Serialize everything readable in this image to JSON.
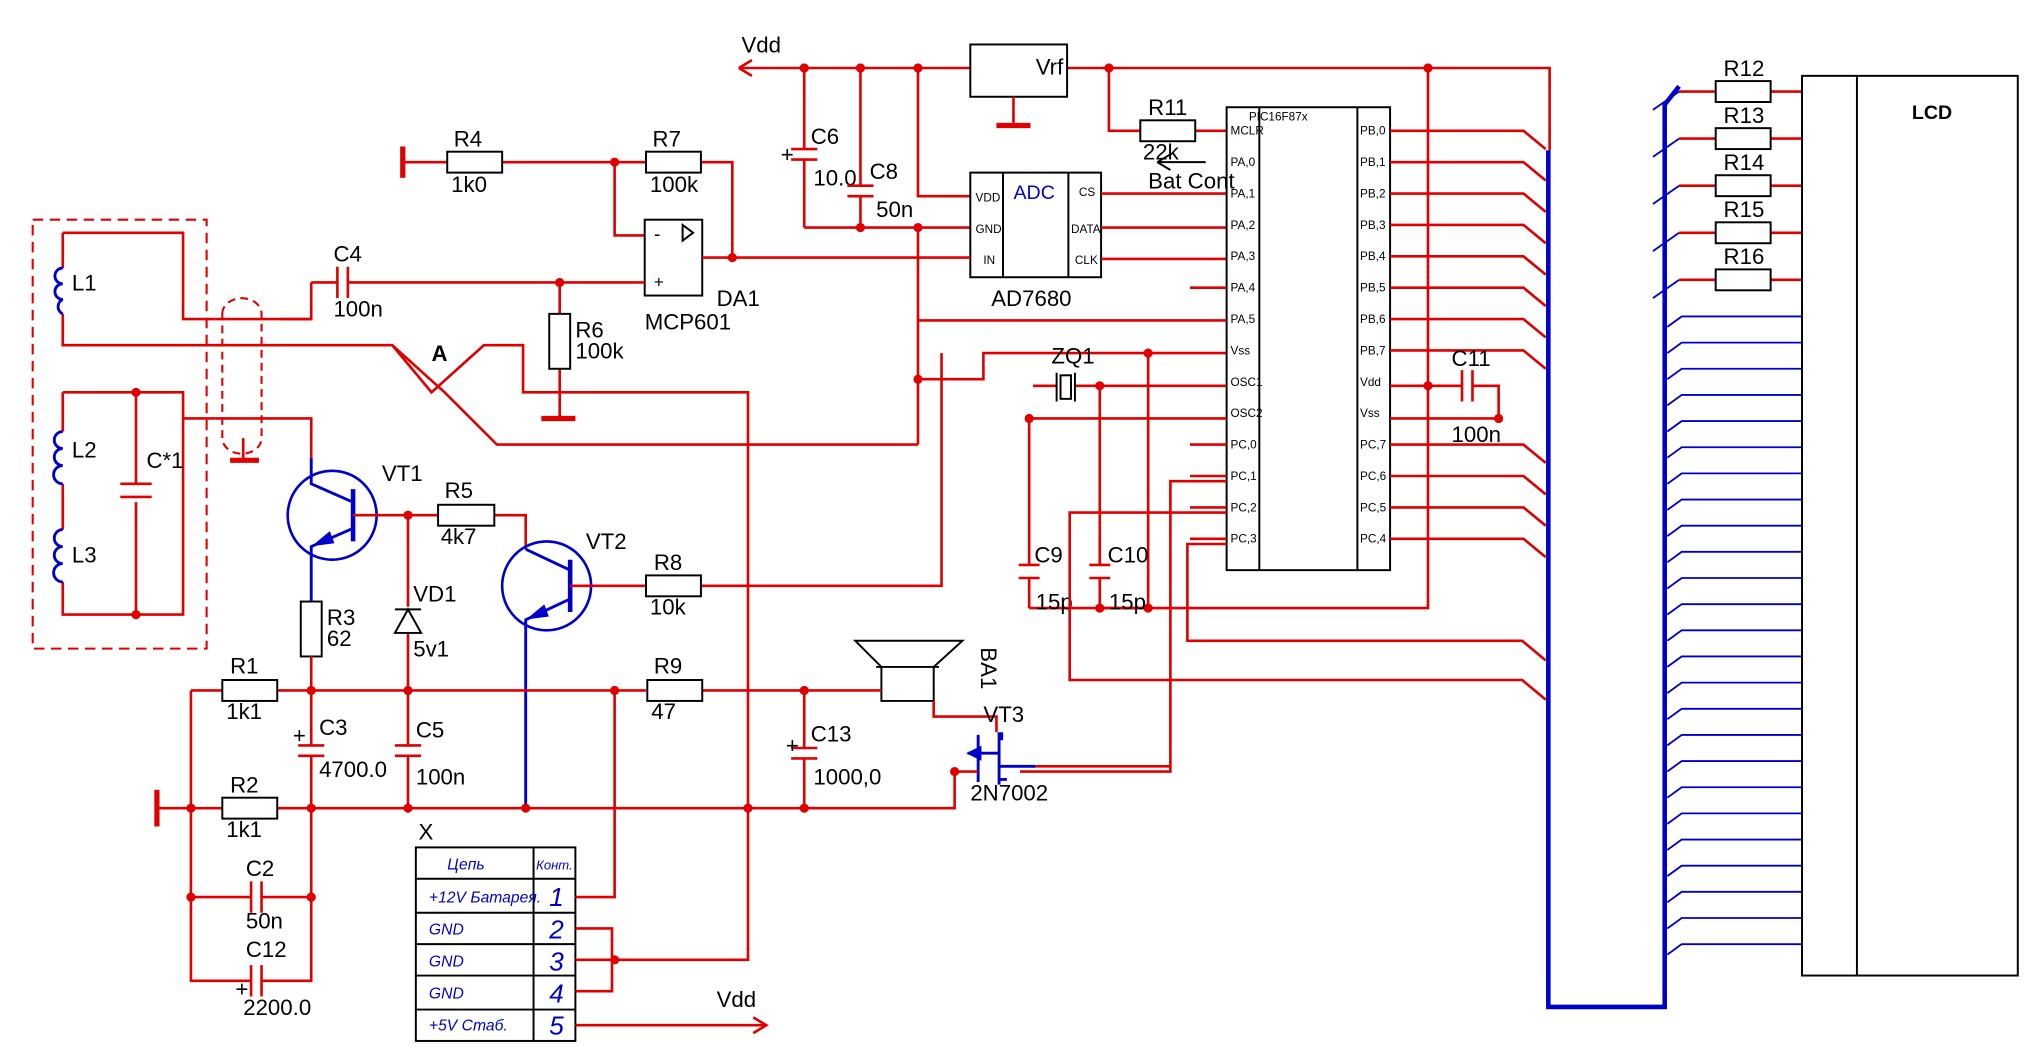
{
  "net_labels": {
    "vdd_top": "Vdd",
    "vdd_bottom": "Vdd",
    "node_a": "A"
  },
  "components": {
    "R1": {
      "ref": "R1",
      "value": "1k1"
    },
    "R2": {
      "ref": "R2",
      "value": "1k1"
    },
    "R3": {
      "ref": "R3",
      "value": "62"
    },
    "R4": {
      "ref": "R4",
      "value": "1k0"
    },
    "R5": {
      "ref": "R5",
      "value": "4k7"
    },
    "R6": {
      "ref": "R6",
      "value": "100k"
    },
    "R7": {
      "ref": "R7",
      "value": "100k"
    },
    "R8": {
      "ref": "R8",
      "value": "10k"
    },
    "R9": {
      "ref": "R9",
      "value": "47"
    },
    "R11": {
      "ref": "R11",
      "value": "22k"
    },
    "R12": {
      "ref": "R12"
    },
    "R13": {
      "ref": "R13"
    },
    "R14": {
      "ref": "R14"
    },
    "R15": {
      "ref": "R15"
    },
    "R16": {
      "ref": "R16"
    },
    "C1": {
      "ref": "C*1"
    },
    "C2": {
      "ref": "C2",
      "value": "50n"
    },
    "C3": {
      "ref": "C3",
      "value": "4700.0"
    },
    "C4": {
      "ref": "C4",
      "value": "100n"
    },
    "C5": {
      "ref": "C5",
      "value": "100n"
    },
    "C6": {
      "ref": "C6",
      "value": "10.0"
    },
    "C8": {
      "ref": "C8",
      "value": "50n"
    },
    "C9": {
      "ref": "C9",
      "value": "15p"
    },
    "C10": {
      "ref": "C10",
      "value": "15p"
    },
    "C11": {
      "ref": "C11",
      "value": "100n"
    },
    "C12": {
      "ref": "C12",
      "value": "2200.0"
    },
    "C13": {
      "ref": "C13",
      "value": "1000,0"
    },
    "L1": {
      "ref": "L1"
    },
    "L2": {
      "ref": "L2"
    },
    "L3": {
      "ref": "L3"
    },
    "VT1": {
      "ref": "VT1"
    },
    "VT2": {
      "ref": "VT2"
    },
    "VT3": {
      "ref": "VT3",
      "value": "2N7002"
    },
    "VD1": {
      "ref": "VD1",
      "value": "5v1"
    },
    "DA1": {
      "ref": "DA1",
      "value": "MCP601"
    },
    "ZQ1": {
      "ref": "ZQ1"
    },
    "BA1": {
      "ref": "BA1"
    },
    "VRF": {
      "ref": "Vrf"
    },
    "BAT": {
      "label": "Bat Cont"
    },
    "ADC": {
      "title": "ADC",
      "part": "AD7680",
      "pins": [
        "VDD",
        "GND",
        "IN",
        "CS",
        "DATA",
        "CLK"
      ]
    },
    "MCU": {
      "part": "PIC16F87x",
      "left_pins": [
        "MCLR",
        "PA,0",
        "PA,1",
        "PA,2",
        "PA,3",
        "PA,4",
        "PA,5",
        "Vss",
        "OSC1",
        "OSC2",
        "PC,0",
        "PC,1",
        "PC,2",
        "PC,3"
      ],
      "right_pins": [
        "PB,0",
        "PB,1",
        "PB,2",
        "PB,3",
        "PB,4",
        "PB,5",
        "PB,6",
        "PB,7",
        "Vdd",
        "Vss",
        "PC,7",
        "PC,6",
        "PC,5",
        "PC,4"
      ]
    },
    "LCD": {
      "title": "LCD"
    }
  },
  "connector": {
    "ref": "X",
    "header": {
      "name": "Цепь",
      "pin": "Конт."
    },
    "rows": [
      {
        "name": "+12V Батарея.",
        "pin": "1"
      },
      {
        "name": "GND",
        "pin": "2"
      },
      {
        "name": "GND",
        "pin": "3"
      },
      {
        "name": "GND",
        "pin": "4"
      },
      {
        "name": "+5V Стаб.",
        "pin": "5"
      }
    ]
  }
}
